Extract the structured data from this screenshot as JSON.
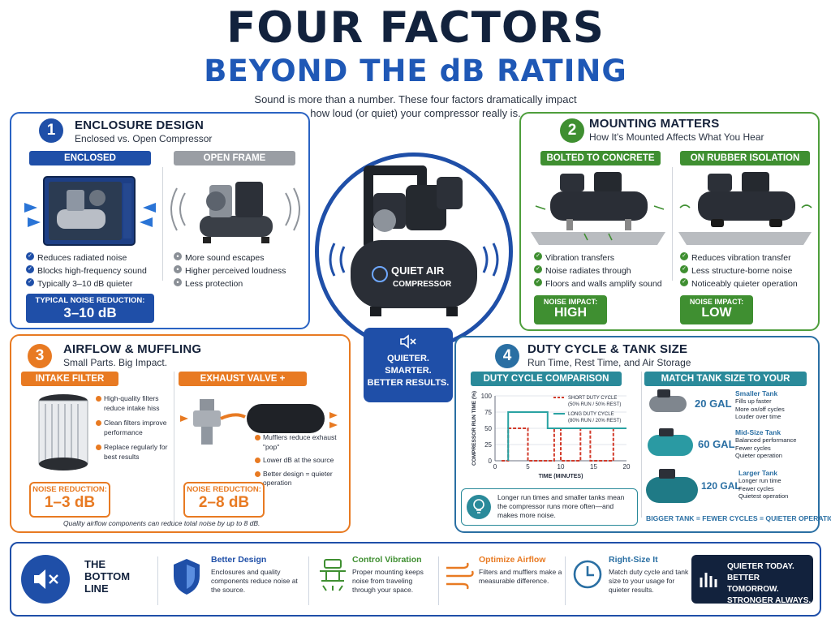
{
  "header": {
    "title_line1": "FOUR FACTORS",
    "title_line2": "BEYOND THE dB RATING",
    "subtitle": "Sound is more than a number. These four factors dramatically impact how loud (or quiet) your compressor really is."
  },
  "center": {
    "brand_line1": "QUIET AIR",
    "brand_line2": "COMPRESSOR",
    "badge_line1": "QUIETER.",
    "badge_line2": "SMARTER.",
    "badge_line3": "BETTER RESULTS."
  },
  "factor1": {
    "number": "1",
    "title": "ENCLOSURE DESIGN",
    "subtitle": "Enclosed vs. Open Compressor",
    "left_tag": "ENCLOSED",
    "right_tag": "OPEN FRAME",
    "left_points": [
      "Reduces radiated noise",
      "Blocks high-frequency sound",
      "Typically 3–10 dB quieter"
    ],
    "right_points": [
      "More sound escapes",
      "Higher perceived loudness",
      "Less protection"
    ],
    "reduction_label": "TYPICAL NOISE REDUCTION:",
    "reduction_value": "3–10 dB"
  },
  "factor2": {
    "number": "2",
    "title": "MOUNTING MATTERS",
    "subtitle": "How It's Mounted Affects What You Hear",
    "left_tag": "BOLTED TO CONCRETE",
    "right_tag": "ON RUBBER ISOLATION PADS",
    "left_points": [
      "Vibration transfers",
      "Noise radiates through",
      "Floors and walls amplify sound"
    ],
    "right_points": [
      "Reduces vibration transfer",
      "Less structure-borne noise",
      "Noticeably quieter operation"
    ],
    "impact_label": "NOISE IMPACT:",
    "left_impact": "HIGH",
    "right_impact": "LOW"
  },
  "factor3": {
    "number": "3",
    "title": "AIRFLOW & MUFFLING",
    "subtitle": "Small Parts. Big Impact.",
    "left_tag": "INTAKE FILTER",
    "right_tag": "EXHAUST VALVE + MUFFLER",
    "left_points": [
      "High-quality filters reduce intake hiss",
      "Clean filters improve performance",
      "Replace regularly for best results"
    ],
    "right_points": [
      "Mufflers reduce exhaust \"pop\"",
      "Lower dB at the source",
      "Better design = quieter operation"
    ],
    "reduction_label": "NOISE REDUCTION:",
    "left_value": "1–3 dB",
    "right_value": "2–8 dB",
    "footnote": "Quality airflow components can reduce total noise by up to 8 dB."
  },
  "factor4": {
    "number": "4",
    "title": "DUTY CYCLE & TANK SIZE",
    "subtitle": "Run Time, Rest Time, and Air Storage",
    "chart_tag": "DUTY CYCLE COMPARISON",
    "tank_tag": "MATCH TANK SIZE TO YOUR NEEDS",
    "tip": "Longer run times and smaller tanks mean the compressor runs more often—and makes more noise.",
    "tanks": [
      {
        "size": "20 GAL",
        "name": "Smaller Tank",
        "points": [
          "Fills up faster",
          "More on/off cycles",
          "Louder over time"
        ]
      },
      {
        "size": "60 GAL",
        "name": "Mid-Size Tank",
        "points": [
          "Balanced performance",
          "Fewer cycles",
          "Quieter operation"
        ]
      },
      {
        "size": "120 GAL",
        "name": "Larger Tank",
        "points": [
          "Longer run time",
          "Fewer cycles",
          "Quietest operation"
        ]
      }
    ],
    "tank_footer": "BIGGER TANK = FEWER CYCLES = QUIETER OPERATION"
  },
  "chart_data": {
    "type": "line",
    "xlabel": "TIME (MINUTES)",
    "ylabel": "COMPRESSOR RUN TIME (%)",
    "xlim": [
      0,
      20
    ],
    "ylim": [
      0,
      100
    ],
    "x_ticks": [
      0,
      5,
      10,
      15,
      20
    ],
    "y_ticks": [
      0,
      25,
      50,
      75,
      100
    ],
    "legend_position": "top-right",
    "series": [
      {
        "name": "SHORT DUTY CYCLE",
        "detail": "(50% RUN / 50% REST)",
        "color": "#d23a2a",
        "dashed": true,
        "points": [
          [
            1,
            0
          ],
          [
            2,
            0
          ],
          [
            2,
            50
          ],
          [
            5,
            50
          ],
          [
            5,
            0
          ],
          [
            9,
            0
          ],
          [
            9,
            50
          ],
          [
            10,
            50
          ],
          [
            10,
            0
          ],
          [
            13,
            0
          ],
          [
            13,
            50
          ],
          [
            14.5,
            50
          ],
          [
            14.5,
            0
          ],
          [
            18,
            0
          ],
          [
            18,
            50
          ],
          [
            20,
            50
          ]
        ]
      },
      {
        "name": "LONG DUTY CYCLE",
        "detail": "(80% RUN / 20% REST)",
        "color": "#2aa3a3",
        "dashed": false,
        "points": [
          [
            2,
            0
          ],
          [
            2,
            75
          ],
          [
            8,
            75
          ],
          [
            8,
            50
          ],
          [
            20,
            50
          ]
        ]
      }
    ]
  },
  "bottom": {
    "title_line1": "THE",
    "title_line2": "BOTTOM",
    "title_line3": "LINE",
    "items": [
      {
        "head": "Better Design",
        "text": "Enclosures and quality components reduce noise at the source."
      },
      {
        "head": "Control Vibration",
        "text": "Proper mounting keeps noise from traveling through your space."
      },
      {
        "head": "Optimize Airflow",
        "text": "Filters and mufflers make a measurable difference."
      },
      {
        "head": "Right-Size It",
        "text": "Match duty cycle and tank size to your usage for quieter results."
      }
    ],
    "slogan_line1": "QUIETER TODAY.",
    "slogan_line2": "BETTER TOMORROW.",
    "slogan_line3": "STRONGER ALWAYS."
  },
  "colors": {
    "navy": "#12223d",
    "blue": "#1f4fa8",
    "green": "#3f8f31",
    "orange": "#e87a22",
    "teal": "#2a8a9a"
  }
}
